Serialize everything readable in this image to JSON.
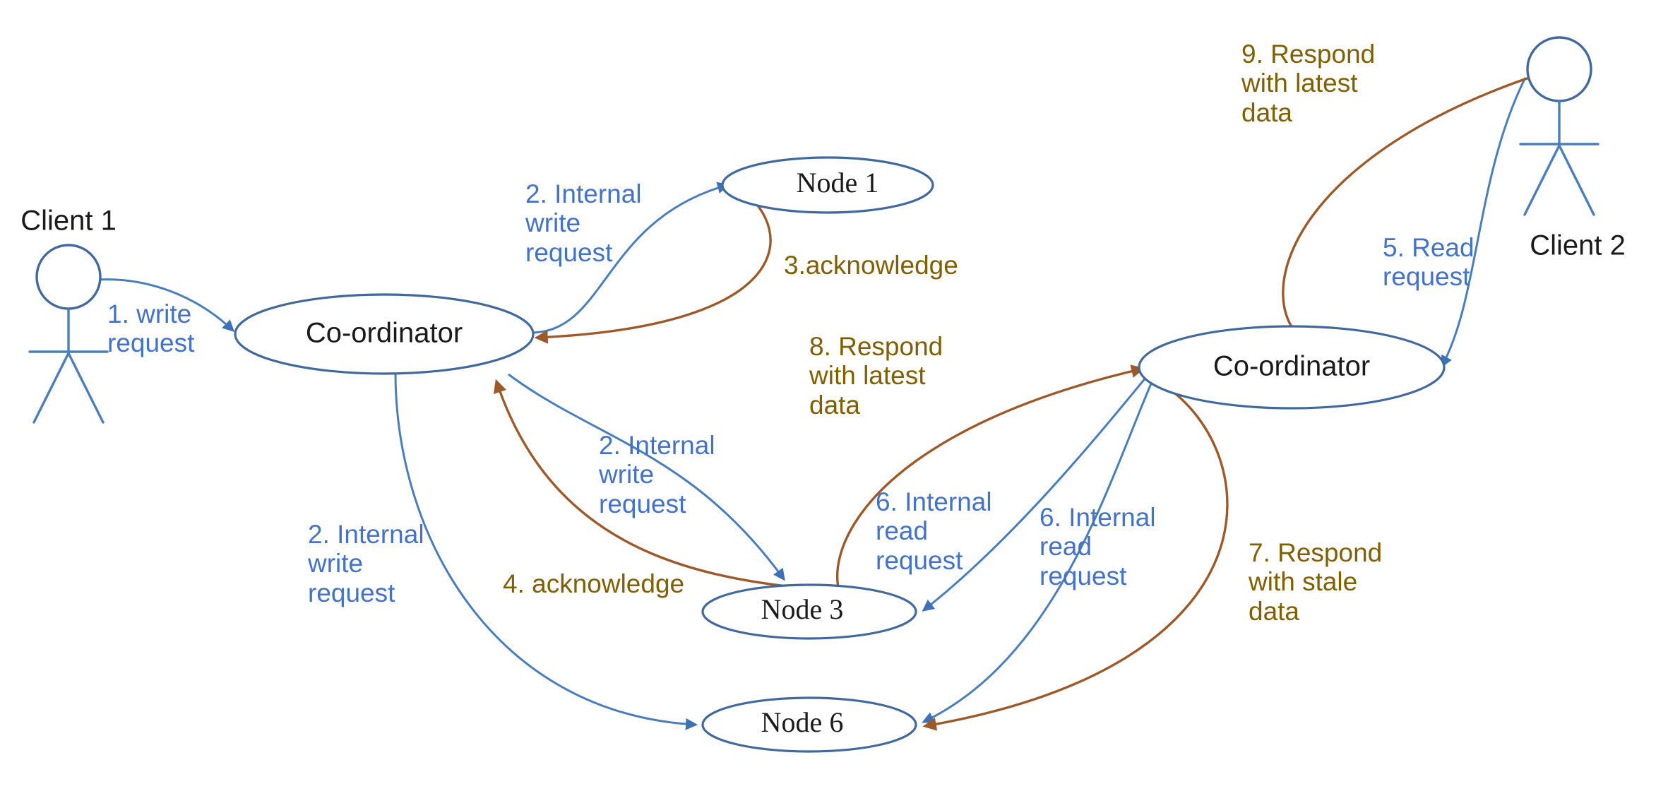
{
  "diagram": {
    "title": "Quorum replication read/write flow",
    "colors": {
      "blue_text": "#4472C4",
      "olive_text": "#7F6000",
      "blue_edge": "#4A7EBB",
      "brown_edge": "#9C5A2B",
      "node_stroke": "#41699B",
      "background": "#FFFFFF",
      "node_fill": "#FFFFFF",
      "dark_text": "#1A1A1A"
    },
    "actors": [
      {
        "id": "client1",
        "label": "Client 1"
      },
      {
        "id": "client2",
        "label": "Client 2"
      }
    ],
    "nodes": [
      {
        "id": "coord-left",
        "label": "Co-ordinator"
      },
      {
        "id": "coord-right",
        "label": "Co-ordinator"
      },
      {
        "id": "node1",
        "label": "Node 1"
      },
      {
        "id": "node3",
        "label": "Node 3"
      },
      {
        "id": "node6",
        "label": "Node 6"
      }
    ],
    "edges": [
      {
        "id": "e1",
        "step": "1",
        "label": "1. write\nrequest",
        "color": "blue",
        "from": "client1",
        "to": "coord-left"
      },
      {
        "id": "e2a",
        "step": "2",
        "label": "2. Internal\nwrite\nrequest",
        "color": "blue",
        "from": "coord-left",
        "to": "node1"
      },
      {
        "id": "e3",
        "step": "3",
        "label": "3.acknowledge",
        "color": "olive",
        "from": "node1",
        "to": "coord-left"
      },
      {
        "id": "e2b",
        "step": "2",
        "label": "2. Internal\nwrite\nrequest",
        "color": "blue",
        "from": "coord-left",
        "to": "node3"
      },
      {
        "id": "e4",
        "step": "4",
        "label": "4. acknowledge",
        "color": "olive",
        "from": "node3",
        "to": "coord-left"
      },
      {
        "id": "e2c",
        "step": "2",
        "label": "2. Internal\nwrite\nrequest",
        "color": "blue",
        "from": "coord-left",
        "to": "node6"
      },
      {
        "id": "e5",
        "step": "5",
        "label": "5. Read\nrequest",
        "color": "blue",
        "from": "client2",
        "to": "coord-right"
      },
      {
        "id": "e6a",
        "step": "6",
        "label": "6. Internal\nread\nrequest",
        "color": "blue",
        "from": "coord-right",
        "to": "node3"
      },
      {
        "id": "e6b",
        "step": "6",
        "label": "6. Internal\nread\nrequest",
        "color": "blue",
        "from": "coord-right",
        "to": "node6"
      },
      {
        "id": "e7",
        "step": "7",
        "label": "7. Respond\nwith stale\ndata",
        "color": "olive",
        "from": "coord-right",
        "to": "node6"
      },
      {
        "id": "e8",
        "step": "8",
        "label": "8. Respond\nwith latest\ndata",
        "color": "olive",
        "from": "node3",
        "to": "coord-right"
      },
      {
        "id": "e9",
        "step": "9",
        "label": "9. Respond\nwith latest\ndata",
        "color": "olive",
        "from": "coord-right",
        "to": "client2"
      }
    ],
    "labels": {
      "client1": "Client 1",
      "client2": "Client 2",
      "coord_left": "Co-ordinator",
      "coord_right": "Co-ordinator",
      "node1": "Node 1",
      "node3": "Node 3",
      "node6": "Node 6",
      "e1_line1": "1. write",
      "e1_line2": "request",
      "e2a_line1": "2. Internal",
      "e2a_line2": "write",
      "e2a_line3": "request",
      "e3": "3.acknowledge",
      "e2b_line1": "2. Internal",
      "e2b_line2": "write",
      "e2b_line3": "request",
      "e4": "4. acknowledge",
      "e2c_line1": "2. Internal",
      "e2c_line2": "write",
      "e2c_line3": "request",
      "e5_line1": "5. Read",
      "e5_line2": "request",
      "e6a_line1": "6. Internal",
      "e6a_line2": "read",
      "e6a_line3": "request",
      "e6b_line1": "6. Internal",
      "e6b_line2": "read",
      "e6b_line3": "request",
      "e7_line1": "7. Respond",
      "e7_line2": "with stale",
      "e7_line3": "data",
      "e8_line1": "8. Respond",
      "e8_line2": "with latest",
      "e8_line3": "data",
      "e9_line1": "9. Respond",
      "e9_line2": "with latest",
      "e9_line3": "data"
    }
  }
}
